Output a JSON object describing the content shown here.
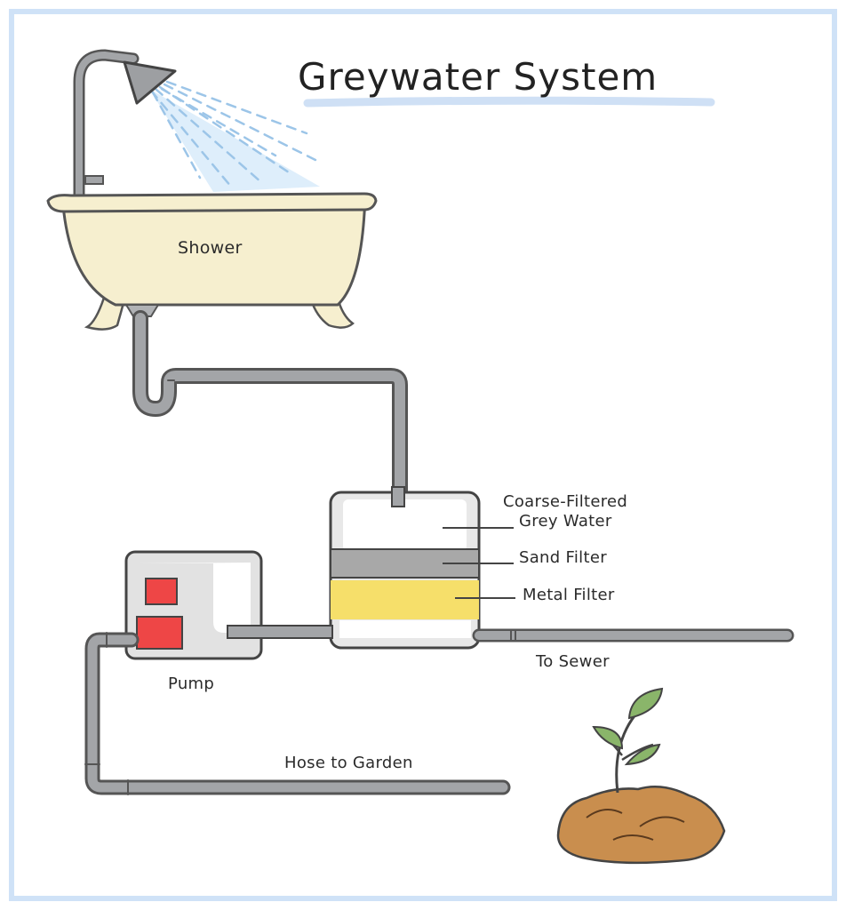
{
  "title": "Greywater System",
  "labels": {
    "shower": "Shower",
    "coarse_line1": "Coarse-Filtered",
    "coarse_line2": "Grey Water",
    "sand_filter": "Sand Filter",
    "metal_filter": "Metal Filter",
    "pump": "Pump",
    "to_sewer": "To Sewer",
    "hose_to_garden": "Hose to Garden"
  },
  "colors": {
    "frame": "#cfe2f7",
    "title_underline": "#cfe0f5",
    "tub": "#f6efcf",
    "pipe": "#9b9ea2",
    "sand_layer": "#a8a8a8",
    "metal_layer": "#f6df6a",
    "pump_button": "#ee4646",
    "soil": "#c98e4e",
    "leaf": "#8ab56a"
  }
}
